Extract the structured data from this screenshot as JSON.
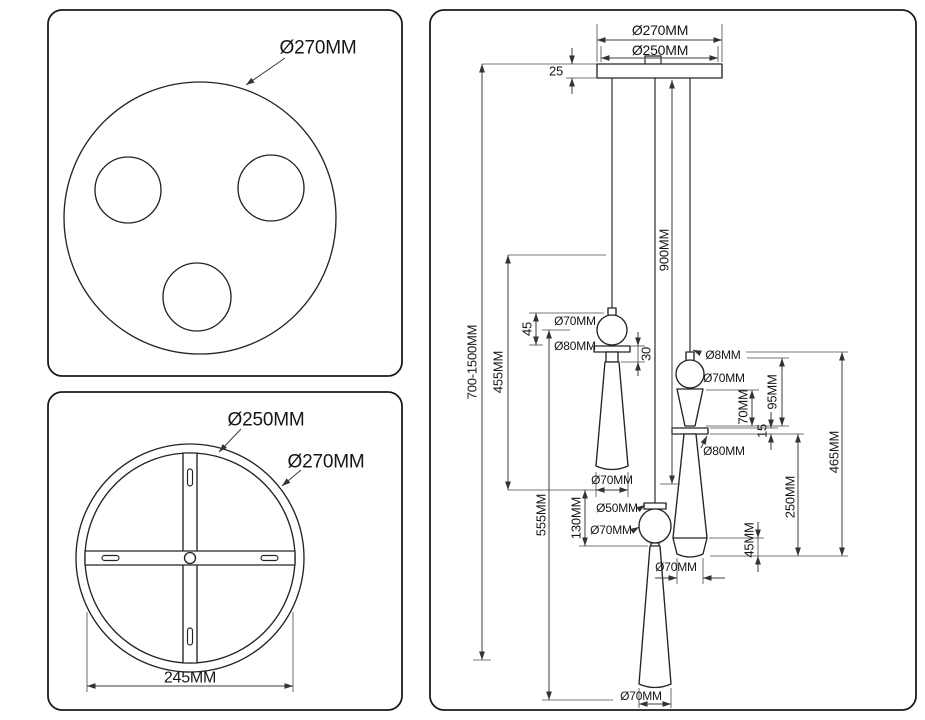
{
  "top_view": {
    "diameter": "Ø270MM"
  },
  "mount_view": {
    "inner_diameter": "Ø250MM",
    "outer_diameter": "Ø270MM",
    "bracket_width": "245MM"
  },
  "side_view": {
    "canopy_outer_diameter": "Ø270MM",
    "canopy_inner_diameter": "Ø250MM",
    "canopy_thickness": "25",
    "overall_height": "700-1500MM",
    "left_pendant_drop": "455MM",
    "middle_rod_length": "900MM",
    "left_ball_diameter": "Ø70MM",
    "left_ball_height": "45",
    "left_disc_diameter": "Ø80MM",
    "left_neck_height": "30",
    "left_shade_diameter": "Ø70MM",
    "rod_diameter": "Ø8MM",
    "right_ball_diameter": "Ø70MM",
    "right_upper_height": "95MM",
    "right_neck_height": "70MM",
    "right_disc_thickness": "15",
    "right_disc_diameter": "Ø80MM",
    "right_total_height": "465MM",
    "right_shade_height": "250MM",
    "right_tip_height": "45MM",
    "right_shade_diameter": "Ø70MM",
    "middle_gap_height": "130MM",
    "middle_pendant_drop": "555MM",
    "middle_disc_diameter": "Ø50MM",
    "middle_ball_diameter": "Ø70MM",
    "middle_shade_diameter": "Ø70MM"
  }
}
